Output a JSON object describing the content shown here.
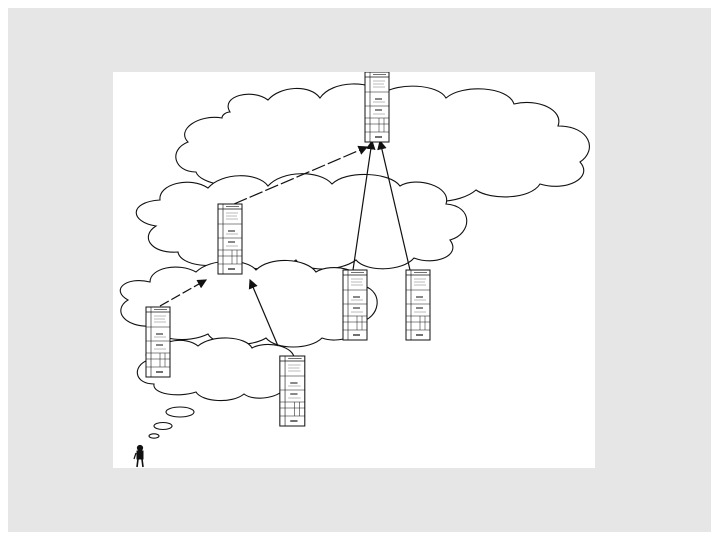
{
  "slide": {
    "background": "#e6e6e6",
    "canvas": "#ffffff"
  },
  "diagram": {
    "cloud_count": 4,
    "document_count": 6,
    "arrow_count": 5,
    "colors": {
      "stroke": "#111111",
      "fill": "#ffffff"
    },
    "icons": [
      "cloud-icon",
      "document-icon",
      "person-icon",
      "thought-bubble-icon"
    ]
  }
}
